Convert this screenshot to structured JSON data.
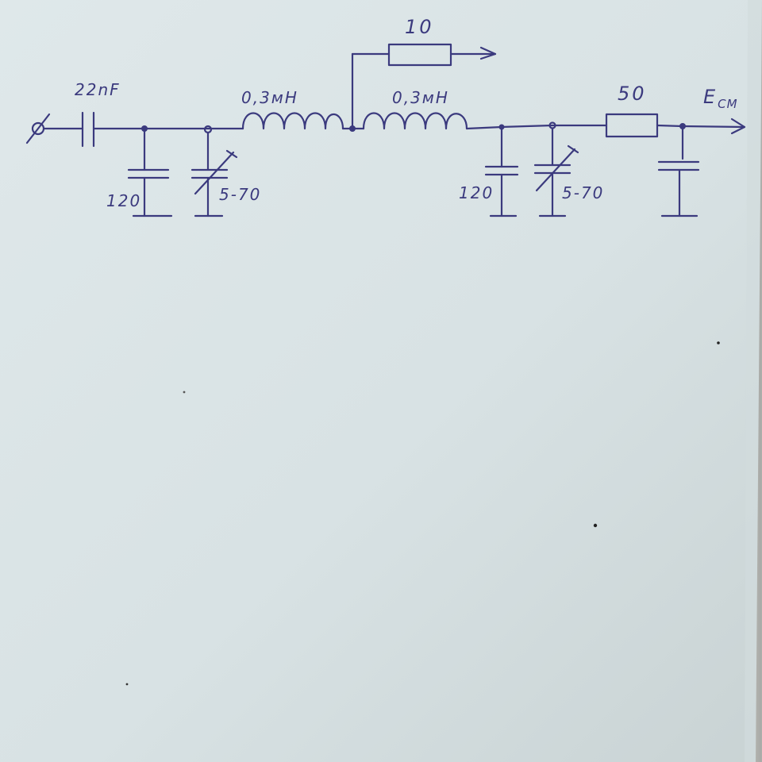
{
  "labels": {
    "input_capacitor": "22nF",
    "cap1_fixed": "120",
    "cap1_trimmer": "5-70",
    "inductor1": "0,3мH",
    "tap_resistor": "10",
    "inductor2": "0,3мH",
    "cap2_fixed": "120",
    "cap2_trimmer": "5-70",
    "output_resistor": "50",
    "output_main": "E",
    "output_sub": "CM"
  },
  "colors": {
    "ink": "#3b3a7e",
    "paper": "#dde6e8",
    "background": "#5a4636"
  },
  "icons": {
    "input_terminal": "open-circle-terminal-icon",
    "ground": "ground-bar-icon",
    "arrow": "arrow-right-icon"
  }
}
